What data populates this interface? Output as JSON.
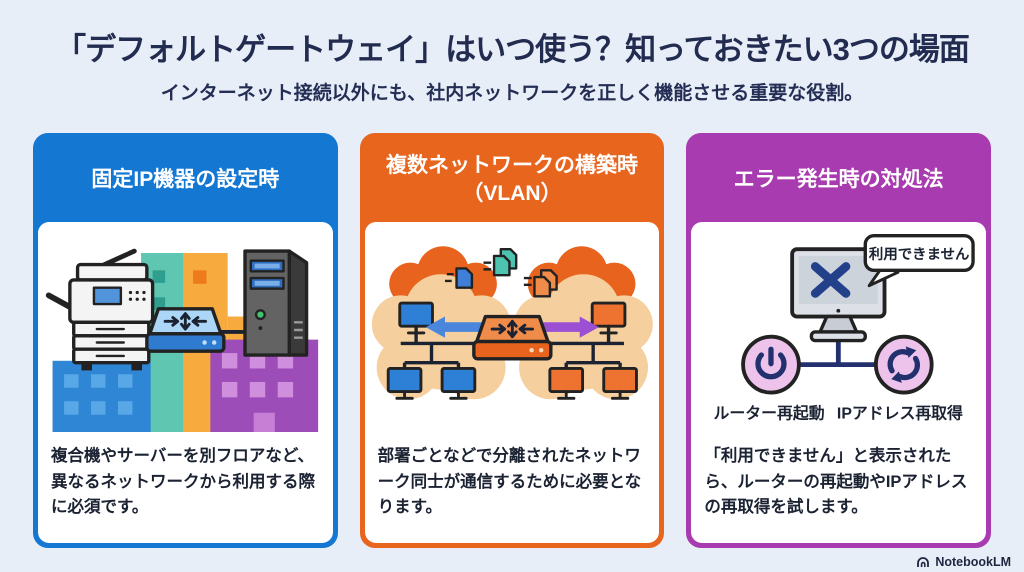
{
  "page": {
    "title": "「デフォルトゲートウェイ」はいつ使う？知っておきたい3つの場面",
    "subtitle": "インターネット接続以外にも、社内ネットワークを正しく機能させる重要な役割。"
  },
  "cards": [
    {
      "header": "固定IP機器の設定時",
      "body": "複合機やサーバーを別フロアなど、異なるネットワークから利用する際に必須です。",
      "accent": "#1478d2",
      "illustration": "printer-router-server-buildings"
    },
    {
      "header": "複数ネットワークの構築時",
      "header_line2": "（VLAN）",
      "body": "部署ごとなどで分離されたネットワーク同士が通信するために必要となります。",
      "accent": "#e8651e",
      "illustration": "two-network-clouds-with-router"
    },
    {
      "header": "エラー発生時の対処法",
      "body": "「利用できません」と表示されたら、ルーターの再起動やIPアドレスの再取得を試します。",
      "accent": "#a83bb0",
      "illustration": "error-monitor-with-actions",
      "bubble_text": "利用できません",
      "action_labels": [
        "ルーター再起動",
        "IPアドレス再取得"
      ]
    }
  ],
  "footer": {
    "brand": "NotebookLM"
  },
  "colors": {
    "background": "#e8eef7",
    "title_text": "#222b50",
    "body_text": "#1b2232",
    "card_blue": "#1478d2",
    "card_orange": "#e8651e",
    "card_purple": "#a83bb0",
    "navy_accent": "#23306e",
    "x_mark_blue": "#23408a"
  }
}
